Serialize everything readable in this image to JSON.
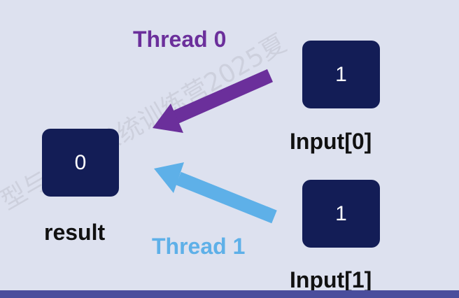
{
  "diagram": {
    "result": {
      "value": "0",
      "label": "result"
    },
    "inputs": [
      {
        "value": "1",
        "label": "Input[0]"
      },
      {
        "value": "1",
        "label": "Input[1]"
      }
    ],
    "threads": [
      {
        "label": "Thread 0",
        "color": "#6b2f9b"
      },
      {
        "label": "Thread 1",
        "color": "#5eb0e8"
      }
    ],
    "watermark": "型与 智能系统训练营2025夏"
  },
  "colors": {
    "background": "#dde1ef",
    "box": "#131d56",
    "bottom_bar": "#4a4e9c"
  }
}
